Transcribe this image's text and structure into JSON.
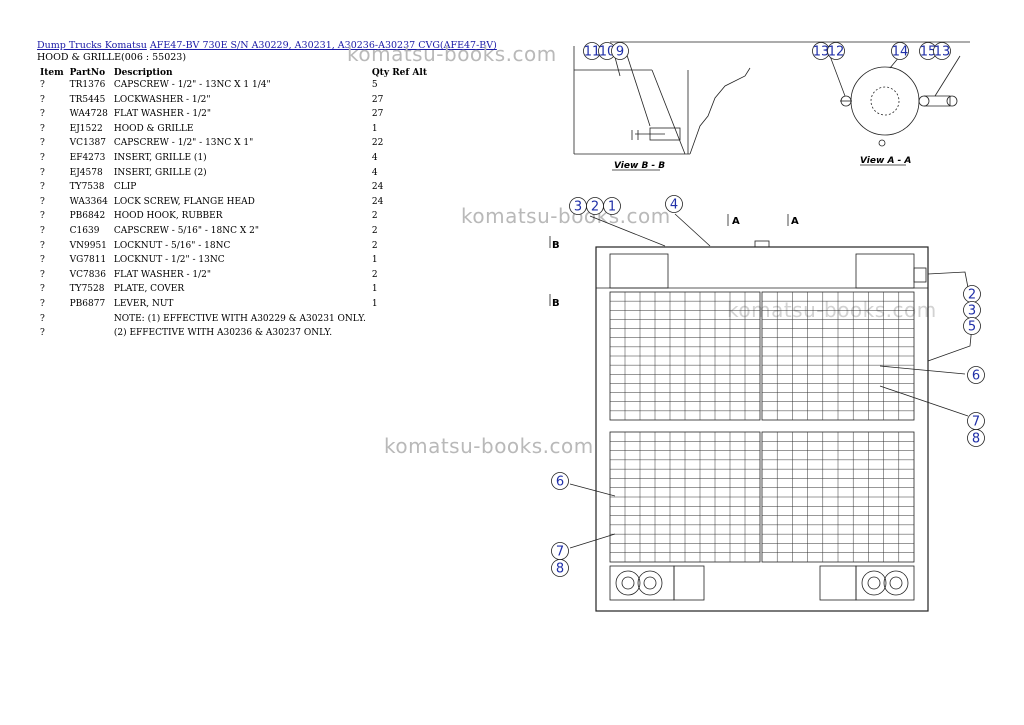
{
  "breadcrumb": {
    "link1": "Dump Trucks Komatsu",
    "link2": "AFE47-BV 730E S/N A30229, A30231, A30236-A30237 CVG(AFE47-BV)"
  },
  "subtitle": "HOOD & GRILLE(006 : 55023)",
  "table": {
    "headers": {
      "item": "Item",
      "part": "PartNo",
      "desc": "Description",
      "qty": "Qty Ref Alt"
    },
    "rows": [
      {
        "item": "?",
        "part": "TR1376",
        "desc": "CAPSCREW - 1/2\" - 13NC X 1 1/4\"",
        "qty": "5"
      },
      {
        "item": "?",
        "part": "TR5445",
        "desc": "LOCKWASHER - 1/2\"",
        "qty": "27"
      },
      {
        "item": "?",
        "part": "WA4728",
        "desc": "FLAT WASHER - 1/2\"",
        "qty": "27"
      },
      {
        "item": "?",
        "part": "EJ1522",
        "desc": "HOOD & GRILLE",
        "qty": "1"
      },
      {
        "item": "?",
        "part": "VC1387",
        "desc": "CAPSCREW - 1/2\" - 13NC X 1\"",
        "qty": "22"
      },
      {
        "item": "?",
        "part": "EF4273",
        "desc": "INSERT, GRILLE (1)",
        "qty": "4"
      },
      {
        "item": "?",
        "part": "EJ4578",
        "desc": "INSERT, GRILLE (2)",
        "qty": "4"
      },
      {
        "item": "?",
        "part": "TY7538",
        "desc": "CLIP",
        "qty": "24"
      },
      {
        "item": "?",
        "part": "WA3364",
        "desc": "LOCK SCREW, FLANGE HEAD",
        "qty": "24"
      },
      {
        "item": "?",
        "part": "PB6842",
        "desc": "HOOD HOOK, RUBBER",
        "qty": "2"
      },
      {
        "item": "?",
        "part": "C1639",
        "desc": "CAPSCREW - 5/16\" - 18NC X 2\"",
        "qty": "2"
      },
      {
        "item": "?",
        "part": "VN9951",
        "desc": "LOCKNUT - 5/16\" - 18NC",
        "qty": "2"
      },
      {
        "item": "?",
        "part": "VG7811",
        "desc": "LOCKNUT - 1/2\" - 13NC",
        "qty": "1"
      },
      {
        "item": "?",
        "part": "VC7836",
        "desc": "FLAT WASHER - 1/2\"",
        "qty": "2"
      },
      {
        "item": "?",
        "part": "TY7528",
        "desc": "PLATE, COVER",
        "qty": "1"
      },
      {
        "item": "?",
        "part": "PB6877",
        "desc": "LEVER, NUT",
        "qty": "1"
      },
      {
        "item": "?",
        "part": "",
        "desc": "NOTE: (1) EFFECTIVE WITH A30229 & A30231 ONLY.",
        "qty": ""
      },
      {
        "item": "?",
        "part": "",
        "desc": "(2) EFFECTIVE WITH A30236 & A30237 ONLY.",
        "qty": ""
      }
    ]
  },
  "watermark": "komatsu-books.com",
  "diagram": {
    "view_b": "View B - B",
    "view_a": "View A - A",
    "section_a": "A",
    "section_b": "B",
    "callouts": {
      "c1": "1",
      "c2": "2",
      "c3": "3",
      "c4": "4",
      "c5": "5",
      "c6": "6",
      "c7": "7",
      "c8": "8",
      "c11": "11",
      "c10": "10",
      "c9": "9",
      "c13": "13",
      "c12": "12",
      "c14": "14",
      "c15": "15"
    }
  },
  "colors": {
    "link": "#1a1aa6",
    "callout": "#1f2fa8",
    "watermark": "#b9b9b9"
  }
}
